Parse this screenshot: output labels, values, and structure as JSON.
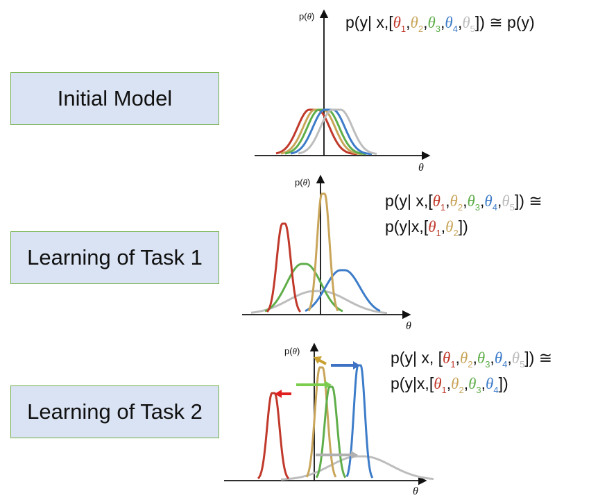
{
  "stages": [
    {
      "label": "Initial Model"
    },
    {
      "label": "Learning of Task 1"
    },
    {
      "label": "Learning of Task 2"
    }
  ],
  "axes": {
    "y_label_prefix": "p(",
    "y_label_symbol": "θ",
    "y_label_suffix": ")",
    "x_label": "θ"
  },
  "equation_parts": {
    "lhs_initial": "p(y| x,[",
    "lhs_task1": "p(y| x,[",
    "lhs_task2": "p(y| x, [",
    "rhs_prefix": "p(y|x,[",
    "theta": "θ",
    "comma": ",",
    "close": "])",
    "approx": " ≅ ",
    "approx_task": " ≅",
    "py": "p(y)",
    "sub1": "1",
    "sub2": "2",
    "sub3": "3",
    "sub4": "4",
    "sub5": "5"
  },
  "colors": {
    "theta1": "#c0392b",
    "theta2": "#c9a55a",
    "theta3": "#5fae4a",
    "theta4": "#3d7cc9",
    "theta5": "#bdbdbd",
    "box_fill": "#dae3f3",
    "box_border": "#70ad47",
    "arrow_red": "#e02020",
    "arrow_gold": "#c9a030",
    "arrow_green": "#7ccc4e",
    "arrow_blue": "#3f72c4",
    "arrow_grey": "#b0b0b0"
  }
}
